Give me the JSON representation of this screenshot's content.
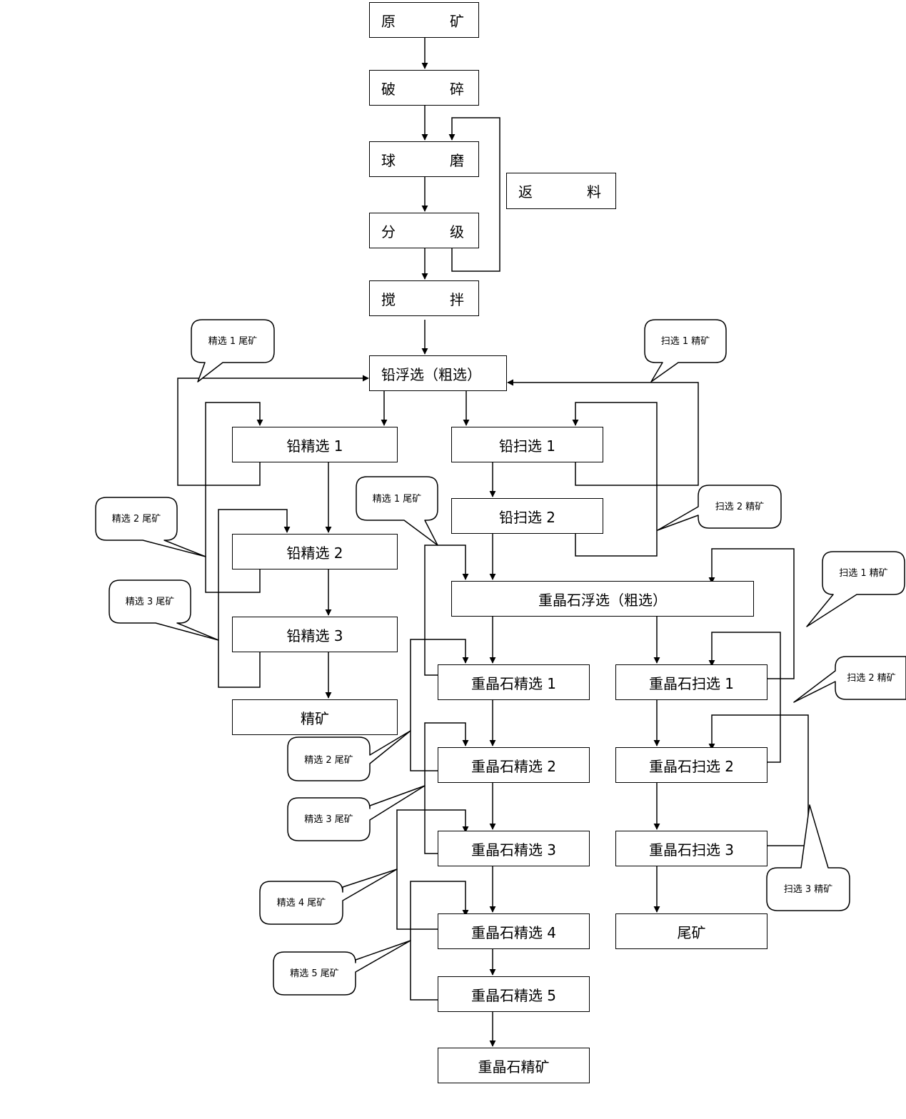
{
  "nodes": {
    "raw_ore": {
      "c1": "原",
      "c2": "矿"
    },
    "crushing": {
      "c1": "破",
      "c2": "碎"
    },
    "ball_mill": {
      "c1": "球",
      "c2": "磨"
    },
    "return_material": {
      "c1": "返",
      "c2": "料"
    },
    "classifying": {
      "c1": "分",
      "c2": "级"
    },
    "stirring": {
      "c1": "搅",
      "c2": "拌"
    },
    "lead_flotation": "铅浮选（粗选）",
    "lead_clean_1": "铅精选 1",
    "lead_clean_2": "铅精选 2",
    "lead_clean_3": "铅精选 3",
    "concentrate": "精矿",
    "lead_scav_1": "铅扫选 1",
    "lead_scav_2": "铅扫选 2",
    "barite_flotation": "重晶石浮选（粗选）",
    "barite_clean_1": "重晶石精选 1",
    "barite_clean_2": "重晶石精选 2",
    "barite_clean_3": "重晶石精选 3",
    "barite_clean_4": "重晶石精选 4",
    "barite_clean_5": "重晶石精选 5",
    "barite_concentrate": "重晶石精矿",
    "barite_scav_1": "重晶石扫选 1",
    "barite_scav_2": "重晶石扫选 2",
    "barite_scav_3": "重晶石扫选 3",
    "tailings": "尾矿"
  },
  "callouts": {
    "lead_clean1_tail": "精选 1 尾矿",
    "lead_scav1_conc": "扫选 1 精矿",
    "lead_clean2_tail": "精选 2 尾矿",
    "lead_clean3_tail": "精选 3 尾矿",
    "lead_scav2_conc": "扫选 2 精矿",
    "barite_clean1_tail": "精选 1 尾矿",
    "barite_clean2_tail": "精选 2 尾矿",
    "barite_clean3_tail": "精选 3 尾矿",
    "barite_clean4_tail": "精选 4 尾矿",
    "barite_clean5_tail": "精选 5 尾矿",
    "barite_scav1_conc": "扫选 1 精矿",
    "barite_scav2_conc": "扫选 2 精矿",
    "barite_scav3_conc": "扫选 3 精矿"
  }
}
